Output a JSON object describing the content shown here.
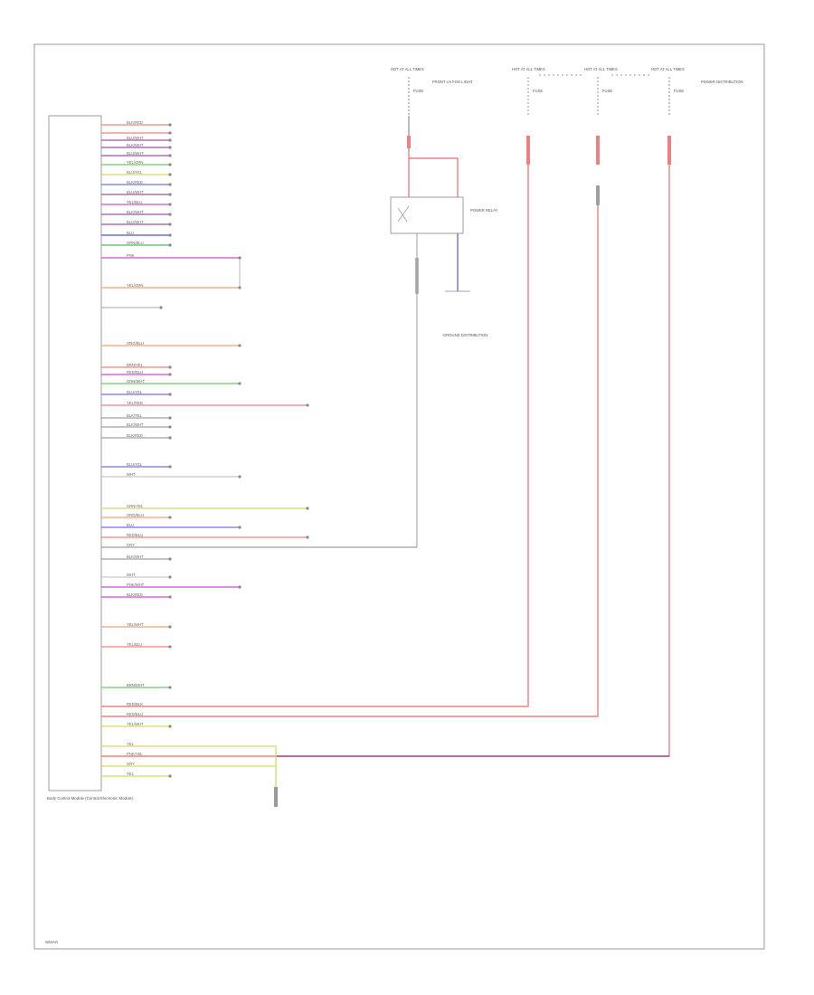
{
  "module": {
    "name": "Body Control Module (Central Electronic Module)"
  },
  "fuses": [
    {
      "header": "HOT AT ALL TIMES",
      "fuse": "FUSE",
      "note": "FRONT LH FOG LIGHT"
    },
    {
      "header": "HOT AT ALL TIMES",
      "fuse": "FUSE",
      "note": ""
    },
    {
      "header": "HOT AT ALL TIMES",
      "fuse": "FUSE",
      "note": ""
    },
    {
      "header": "HOT AT ALL TIMES",
      "fuse": "FUSE",
      "note": "POWER DISTRIBUTION"
    }
  ],
  "relay": {
    "label": "POWER RELAY"
  },
  "ground": {
    "label": "GROUND DISTRIBUTION"
  },
  "wires_group1": [
    "BLK/RED",
    "BLU/WHT",
    "BLK/WHT",
    "BLU/WHT",
    "YEL/GRN",
    "BLU/YEL",
    "BLK/RED",
    "BLU/WHT",
    "YEL/BLU",
    "BLK/WHT",
    "BLU/WHT",
    "BLU",
    "GRN/BLU"
  ],
  "wires_group2": [
    "PNK",
    "YEL/GRN"
  ],
  "wires_group3": [
    "ORG/BLU",
    "BRN/YEL",
    "RED/BLU",
    "GRN/WHT",
    "BLU/YEL",
    "YEL/RED",
    "BLK/YEL",
    "BLK/WHT",
    "BLK/RED"
  ],
  "wires_group4": [
    "BLU/YEL",
    "WHT",
    "GRN/YEL",
    "ORG/BLU",
    "BLU",
    "RED/BLU",
    "GRY"
  ],
  "wires_group5": [
    "BLK/WHT",
    "WHT",
    "PNK/WHT",
    "BLK/RED",
    "YEL/WHT",
    "YEL/BLU"
  ],
  "wires_group6": [
    "BRN/WHT",
    "RED/BLK",
    "RED/BLU",
    "YEL/WHT",
    "YEL",
    "PNK/YEL",
    "GRY",
    "YEL"
  ],
  "colors": {
    "red": "#f08080",
    "magenta": "#d24bd2",
    "blue": "#6f6fe8",
    "orange": "#f0a070",
    "yellow": "#d8d860",
    "green": "#6fc86f",
    "purple": "#a050a0",
    "black": "#555555"
  }
}
